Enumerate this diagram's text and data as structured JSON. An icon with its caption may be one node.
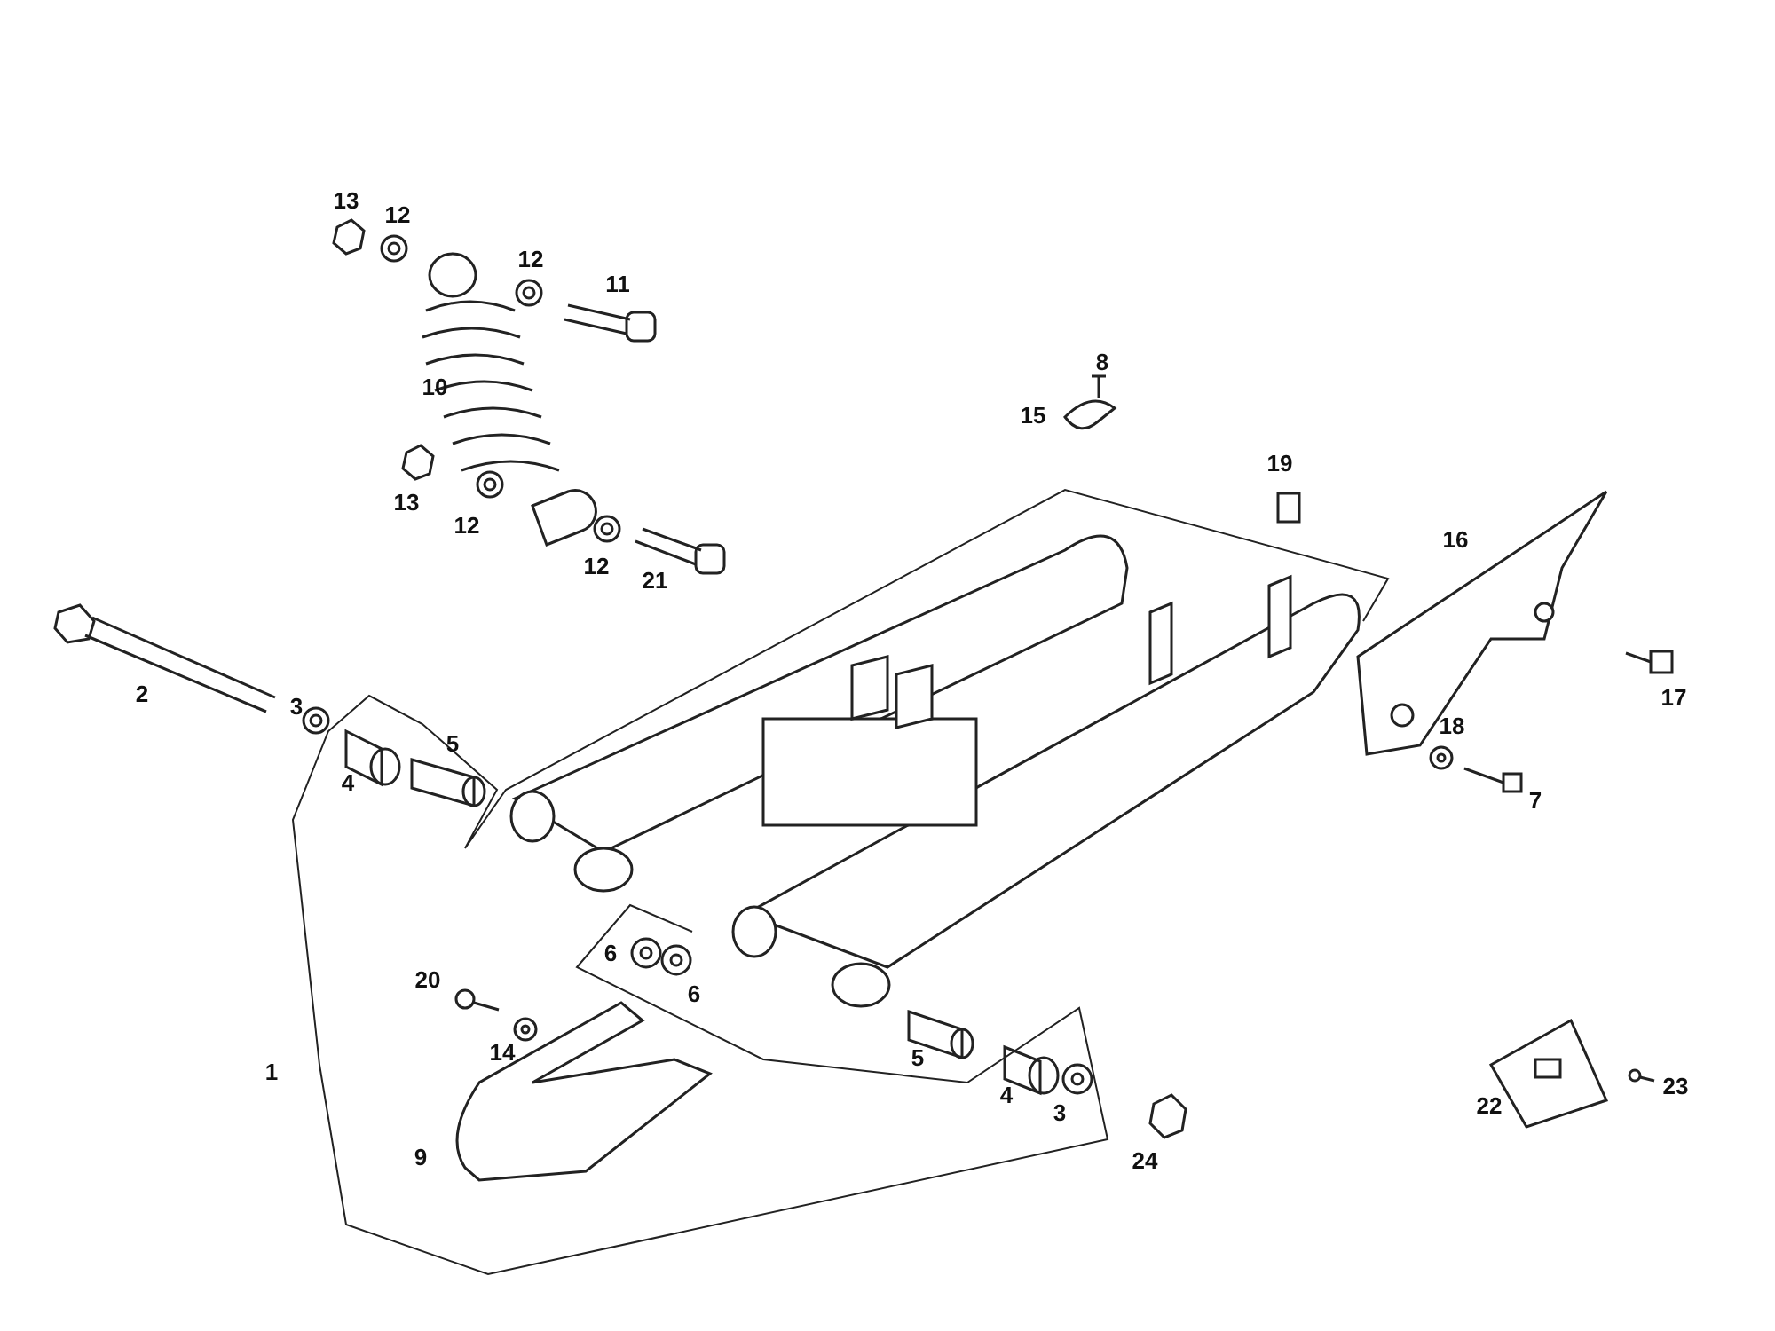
{
  "diagram": {
    "labels": [
      "13",
      "12",
      "12",
      "11",
      "8",
      "10",
      "15",
      "19",
      "13",
      "12",
      "16",
      "12",
      "21",
      "2",
      "17",
      "3",
      "18",
      "5",
      "4",
      "7",
      "6",
      "20",
      "6",
      "14",
      "5",
      "1",
      "23",
      "4",
      "22",
      "3",
      "9",
      "24"
    ]
  }
}
